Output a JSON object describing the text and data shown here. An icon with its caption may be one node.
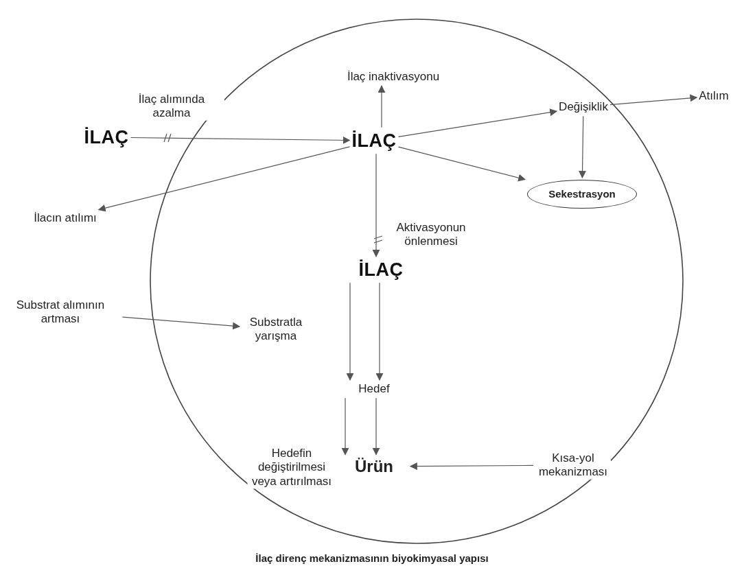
{
  "diagram": {
    "caption": "İlaç direnç mekanizmasının biyokimyasal yapısı",
    "nodes": [
      {
        "text": [
          "İLAÇ"
        ]
      },
      {
        "text": [
          "İLAÇ"
        ]
      },
      {
        "text": [
          "İlaç inaktivasyonu"
        ]
      },
      {
        "text": [
          "Değişiklik"
        ]
      },
      {
        "text": [
          "Atılım"
        ]
      },
      {
        "text": [
          "Sekestrasyon"
        ]
      },
      {
        "text": [
          "İlacın atılımı"
        ]
      },
      {
        "text": [
          "İLAÇ"
        ]
      },
      {
        "text": [
          "Hedef"
        ]
      },
      {
        "text": [
          "Ürün"
        ]
      },
      {
        "text": [
          "Substrat alımının artması"
        ]
      },
      {
        "text": [
          "Substratla yarışma"
        ]
      },
      {
        "text": [
          "Kısa-yol mekanizması"
        ]
      }
    ],
    "edges": [
      {
        "from": 0,
        "to": 1,
        "arrow": "to",
        "label": "İlaç alımında azalma"
      },
      {
        "from": 1,
        "to": 2,
        "arrow": "to"
      },
      {
        "from": 1,
        "to": 3,
        "arrow": "to"
      },
      {
        "from": 3,
        "to": 4,
        "arrow": "to"
      },
      {
        "from": 3,
        "to": 5,
        "arrow": "to"
      },
      {
        "from": 1,
        "to": 5,
        "arrow": "to"
      },
      {
        "from": 1,
        "to": 6,
        "arrow": "to"
      },
      {
        "from": 1,
        "to": 7,
        "arrow": "to"
      },
      {
        "from": 7,
        "to": 8,
        "arrow": "to"
      },
      {
        "from": 7,
        "to": 8,
        "arrow": "to"
      },
      {
        "from": 8,
        "to": 9,
        "arrow": "to"
      },
      {
        "from": 8,
        "to": 9,
        "arrow": "to",
        "label": "Hedefin değiştirilmesi veya artırılması"
      },
      {
        "from": 10,
        "to": 11,
        "arrow": "to"
      },
      {
        "from": 12,
        "to": 9,
        "arrow": "to"
      }
    ],
    "labels": [
      "Aktivasyonun önlenmesi"
    ]
  }
}
